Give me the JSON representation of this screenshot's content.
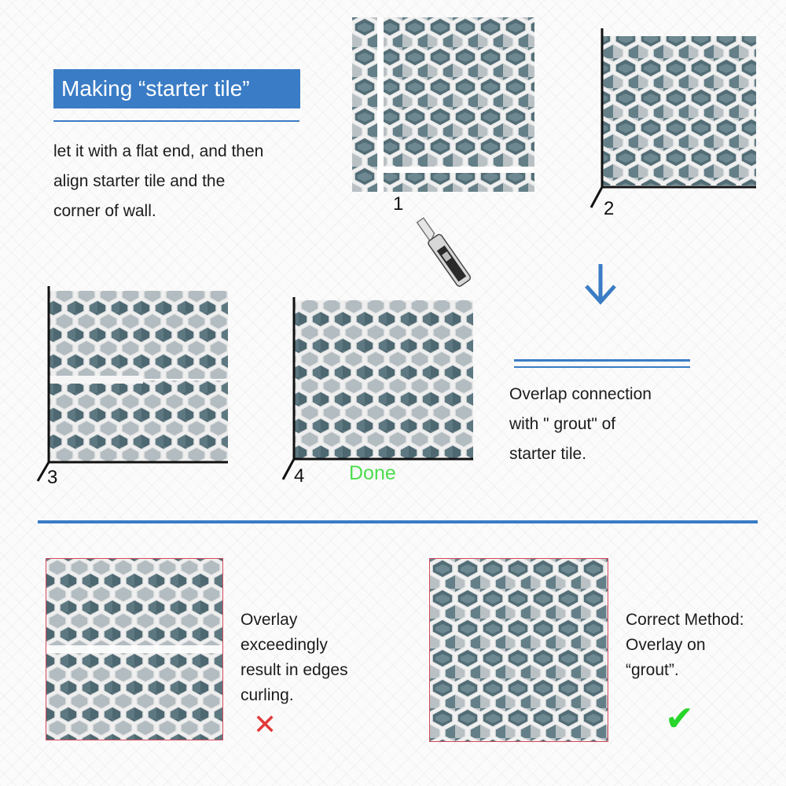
{
  "header": {
    "title": "Making “starter tile”"
  },
  "instructions": {
    "starter_lines": [
      "let it with a flat end, and then",
      "align starter tile and the",
      "corner of wall."
    ],
    "overlap_lines": [
      "Overlap connection",
      "with \" grout\" of",
      "starter tile."
    ]
  },
  "steps": [
    {
      "number": "1"
    },
    {
      "number": "2"
    },
    {
      "number": "3"
    },
    {
      "number": "4",
      "status": "Done"
    }
  ],
  "comparison": {
    "wrong": {
      "lines": [
        "Overlay",
        "exceedingly",
        "result in edges",
        "curling."
      ],
      "mark": "✕"
    },
    "right": {
      "lines": [
        "Correct Method:",
        "Overlay on",
        "“grout”."
      ],
      "mark": "✔"
    }
  },
  "colors": {
    "accent": "#3a7cc5",
    "done": "#4ddd4d",
    "wrong": "#e03a3a",
    "right": "#27d52b",
    "tile_dark": "#4f6a73",
    "tile_light": "#bfc6ca",
    "grout": "#f2f2f2"
  },
  "icons": [
    "utility-knife-icon",
    "down-arrow-icon",
    "cross-icon",
    "checkmark-icon"
  ]
}
